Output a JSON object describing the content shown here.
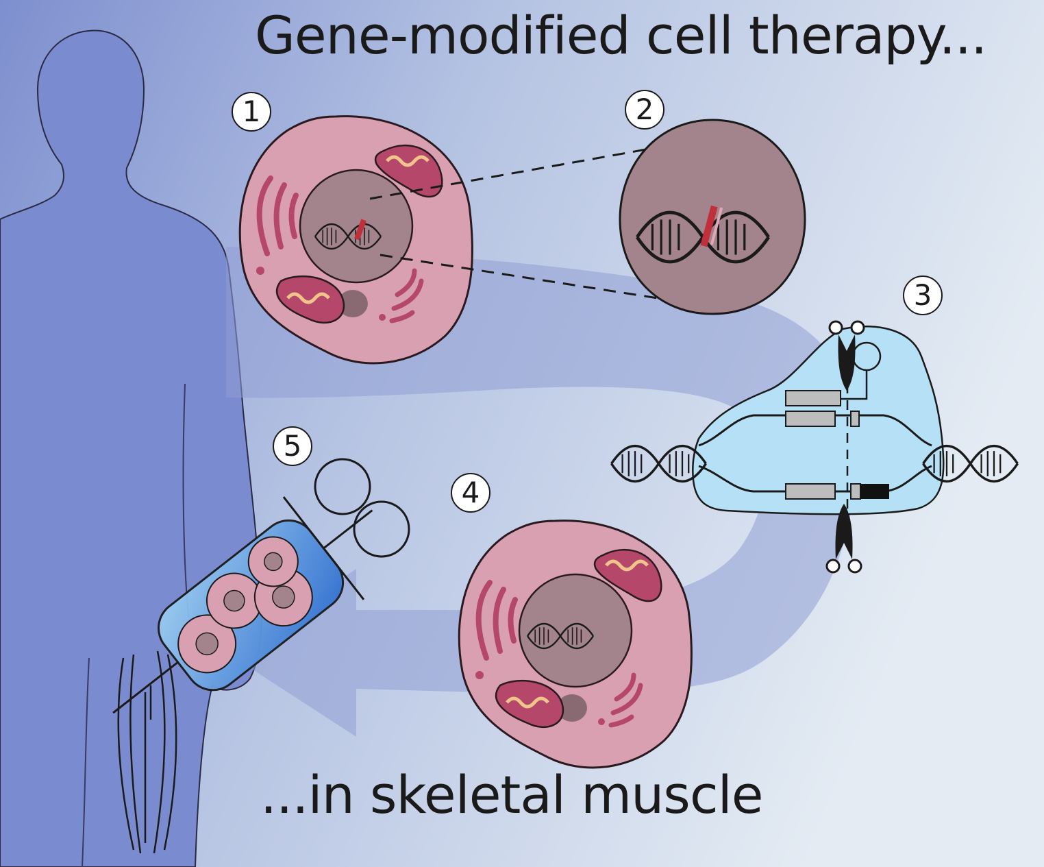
{
  "title": "Gene-modified cell therapy...",
  "subtitle": "...in skeletal muscle",
  "steps": [
    "1",
    "2",
    "3",
    "4",
    "5"
  ],
  "colors": {
    "background_start": "#7e8fcf",
    "background_end": "#e4ebf3",
    "body": "#7a8bd0",
    "arrow": "#8f9fd4",
    "cell": "#d9a0b2",
    "nucleus": "#a4848c",
    "organelle": "#b5476a",
    "editing_complex": "#b6e0f5"
  }
}
